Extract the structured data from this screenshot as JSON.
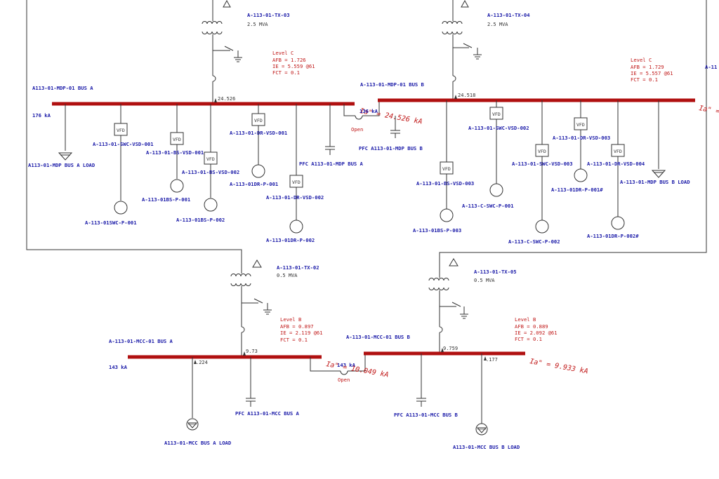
{
  "transformers": [
    {
      "name": "A-113-01-TX-03",
      "rating": "2.5 MVA"
    },
    {
      "name": "A-113-01-TX-04",
      "rating": "2.5 MVA"
    },
    {
      "name": "A-113-01-TX-02",
      "rating": "0.5 MVA"
    },
    {
      "name": "A-113-01-TX-05",
      "rating": "0.5 MVA"
    }
  ],
  "arc_flash": [
    {
      "level": "Level C",
      "afb": "AFB = 1.726",
      "ie": "IE  = 5.559 @61",
      "fct": "FCT = 0.1"
    },
    {
      "level": "Level C",
      "afb": "AFB = 1.729",
      "ie": "IE  = 5.557 @61",
      "fct": "FCT = 0.1"
    },
    {
      "level": "Level B",
      "afb": "AFB = 0.897",
      "ie": "IE  = 2.119 @61",
      "fct": "FCT = 0.1"
    },
    {
      "level": "Level B",
      "afb": "AFB = 0.889",
      "ie": "IE  = 2.092 @61",
      "fct": "FCT = 0.1"
    }
  ],
  "buses": {
    "mdp_a": "A113-01-MDP-01 BUS A",
    "mdp_b": "A-113-01-MDP-01 BUS B",
    "mcc_a": "A-113-01-MCC-01 BUS A",
    "mcc_b": "A-113-01-MCC-01 BUS B"
  },
  "fault_values": {
    "mdp_a_ka": "176 kA",
    "mdp_b_ka": "136 kA",
    "mdp_a_feed": "24.526",
    "mdp_b_feed": "24.518",
    "mcc_a_ka": "143 kA",
    "mcc_b_ka": "143 kA",
    "mcc_a_feed": "9.73",
    "mcc_b_feed": "9.759",
    "mcc_a_load_feed": ".224",
    "mcc_b_load_feed": ".177"
  },
  "ia_labels": {
    "mdp": "Ia\" = 24.526 kA",
    "mcc_a": "Ia\" = 10.049 kA",
    "mcc_b": "Ia\" = 9.933 kA",
    "edge": "Ia\" ="
  },
  "tie_status": {
    "mdp": "Open",
    "mcc": "Open"
  },
  "vfd_text": "VFD",
  "vsd_labels": {
    "swc_001": "A-113-01-SWC-VSD-001",
    "bs_001": "A-113-01-BS-VSD-001",
    "bs_002": "A-113-01-BS-VSD-002",
    "dr_001": "A-113-01-DR-VSD-001",
    "dr_002": "A-113-01-DR-VSD-002",
    "bs_003": "A-113-01-BS-VSD-003",
    "swc_002": "A-113-01-SWC-VSD-002",
    "swc_003": "A-113-01-SWC-VSD-003",
    "dr_003": "A-113-01-DR-VSD-003",
    "dr_004": "A-113-01-DR-VSD-004"
  },
  "motor_labels": {
    "swc_p_001": "A-113-01SWC-P-001",
    "bs_p_001": "A-113-01BS-P-001",
    "bs_p_002": "A-113-01BS-P-002",
    "dr_p_001": "A-113-01DR-P-001",
    "dr_p_002": "A-113-01DR-P-002",
    "bs_p_003": "A-113-01BS-P-003",
    "c_swc_p_001": "A-113-C-SWC-P-001",
    "c_swc_p_002": "A-113-C-SWC-P-002",
    "dr_p_001b": "A-113-01DR-P-001#",
    "dr_p_002b": "A-113-01DR-P-002#"
  },
  "load_labels": {
    "mdp_a_load": "A113-01-MDP BUS A LOAD",
    "mdp_b_load": "A-113-01-MDP BUS B LOAD",
    "mcc_a_load": "A113-01-MCC BUS A LOAD",
    "mcc_b_load": "A113-01-MCC BUS B LOAD"
  },
  "pfc_labels": {
    "mdp_a": "PFC A113-01-MDP BUS A",
    "mdp_b": "PFC A113-01-MDP BUS B",
    "mcc_a": "PFC A113-01-MCC BUS A",
    "mcc_b": "PFC A113-01-MCC BUS B"
  },
  "edge_label": "A-11"
}
